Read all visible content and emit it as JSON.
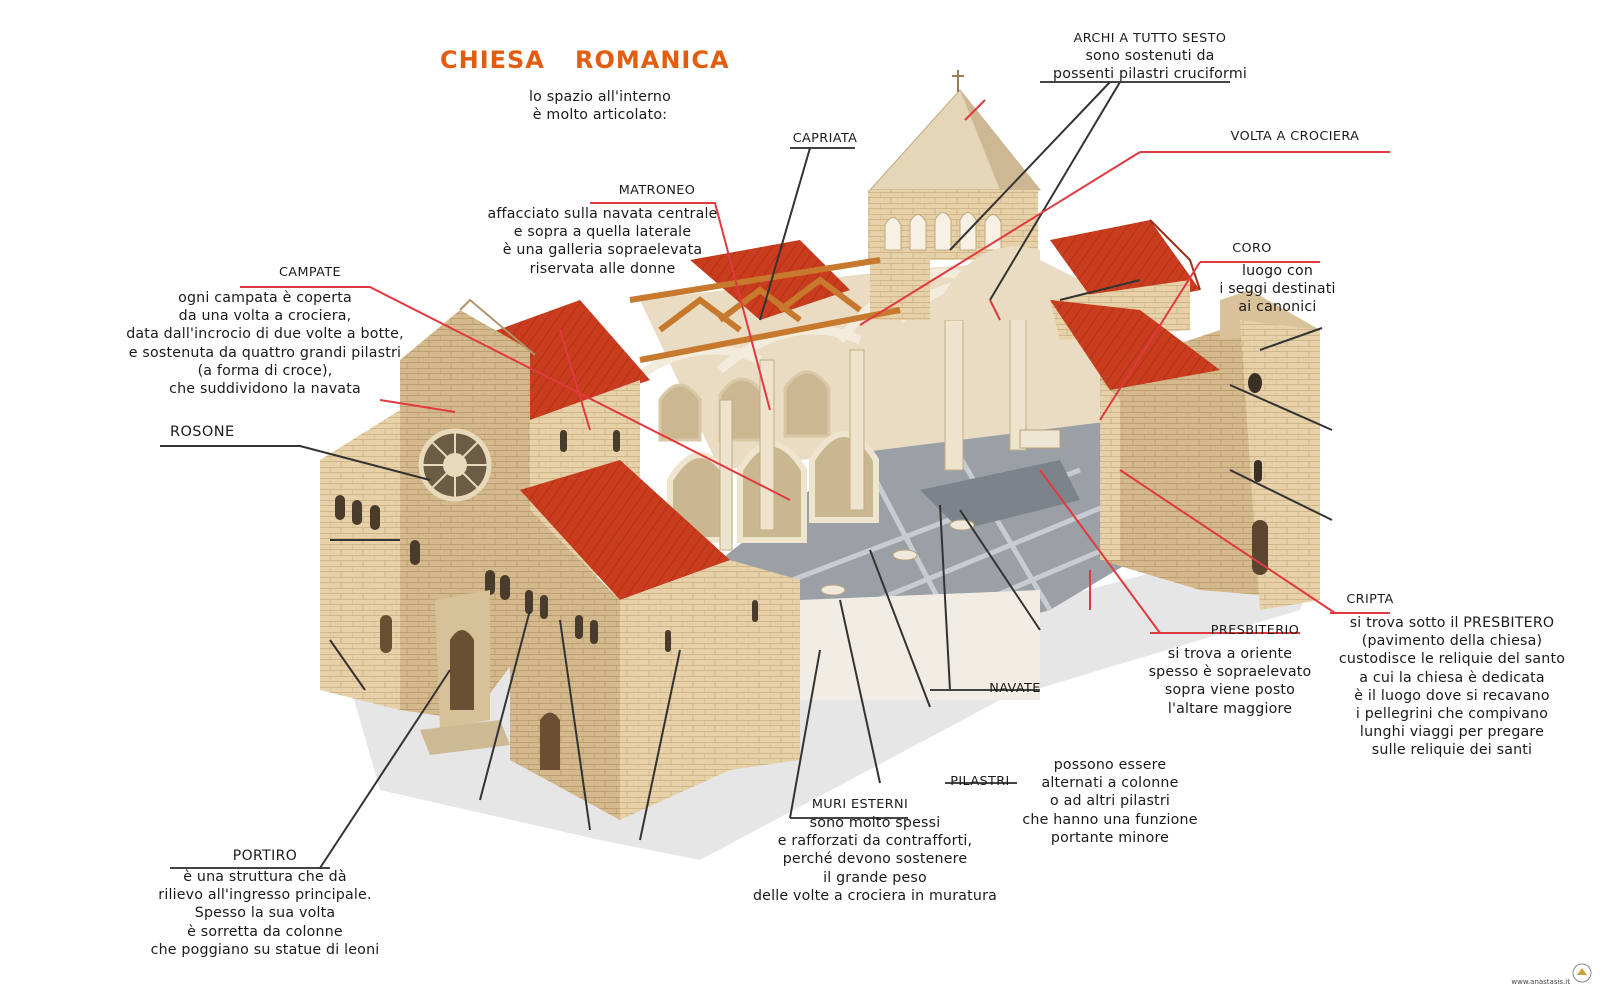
{
  "title": {
    "word1": "CHIESA",
    "word2": "ROMANICA"
  },
  "intro": [
    "lo  spazio  all'interno",
    "è  molto  articolato:"
  ],
  "archi": {
    "heading": "ARCHI  A  TUTTO  SESTO",
    "lines": [
      "sono  sostenuti  da",
      "possenti  pilastri  cruciformi"
    ]
  },
  "capriata": {
    "heading": "CAPRIATA"
  },
  "volta": {
    "heading": "VOLTA  A  CROCIERA"
  },
  "matroneo": {
    "heading": "MATRONEO",
    "lines": [
      "affacciato  sulla  navata  centrale",
      "e  sopra  a  quella  laterale",
      "è  una  galleria  sopraelevata",
      "riservata  alle  donne"
    ]
  },
  "campate": {
    "heading": "CAMPATE",
    "lines": [
      "ogni  campata  è  coperta",
      "da  una  volta  a  crociera,",
      "data  dall'incrocio  di  due  volte  a  botte,",
      "e  sostenuta  da  quattro  grandi  pilastri",
      "(a  forma  di  croce),",
      "che  suddividono  la  navata"
    ]
  },
  "coro": {
    "heading": "CORO",
    "lines": [
      "luogo  con",
      "i  seggi  destinati",
      "ai  canonici"
    ]
  },
  "rosone": {
    "heading": "ROSONE"
  },
  "cripta": {
    "heading": "CRIPTA",
    "lines": [
      "si  trova  sotto  il  PRESBITERO",
      "(pavimento  della  chiesa)",
      "custodisce  le  reliquie  del  santo",
      "a  cui  la  chiesa  è  dedicata",
      "è  il  luogo  dove  si  recavano",
      "i  pellegrini  che  compivano",
      "lunghi  viaggi  per  pregare",
      "sulle  reliquie  dei  santi"
    ]
  },
  "presbiterio": {
    "heading": "PRESBITERIO",
    "lines": [
      "si  trova  a  oriente",
      "spesso  è  sopraelevato",
      "sopra  viene  posto",
      "l'altare  maggiore"
    ]
  },
  "navate": {
    "heading": "NAVATE"
  },
  "pilastri": {
    "heading": "PILASTRI",
    "lines": [
      "possono  essere",
      "alternati  a  colonne",
      "o  ad  altri  pilastri",
      "che  hanno  una  funzione",
      "portante  minore"
    ]
  },
  "muri": {
    "heading": "MURI  ESTERNI",
    "lines": [
      "sono  molto  spessi",
      "e  rafforzati  da  contrafforti,",
      "perché   devono  sostenere",
      "il  grande  peso",
      "delle  volte  a  crociera  in  muratura"
    ]
  },
  "portiro": {
    "heading": "PORTIRO",
    "lines": [
      "è  una  struttura  che  dà",
      "rilievo   all'ingresso  principale.",
      "Spesso  la  sua  volta",
      "è  sorretta  da  colonne",
      "che  poggiano  su  statue  di  leoni"
    ]
  },
  "credit": "www.anastasis.it",
  "colors": {
    "accent": "#e25d10",
    "roof": "#c83a1e",
    "stone": "#e8d4ae",
    "leader_red": "#e0393f",
    "leader_dark": "#333333"
  }
}
